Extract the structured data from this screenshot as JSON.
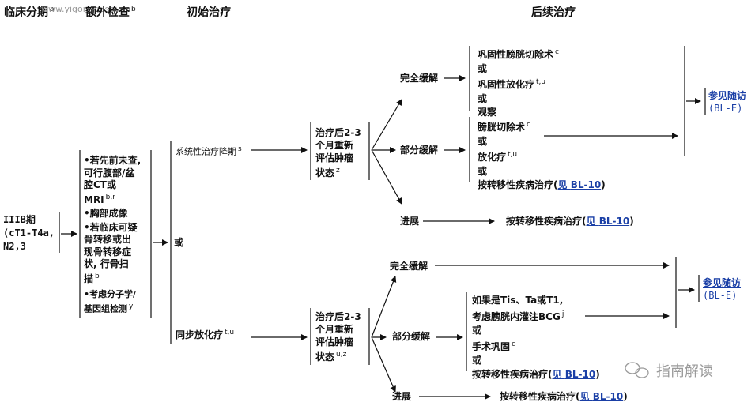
{
  "headers": {
    "stage": "临床分期",
    "stage_sup": "a",
    "exam": "额外检查",
    "exam_sup": "b",
    "initial": "初始治疗",
    "followup": "后续治疗"
  },
  "watermark_top": "www.yigonggushi.cn",
  "stage_box": {
    "line1": "IIIB期",
    "line2": "(cT1-T4a,",
    "line3": "N2,3"
  },
  "exam_box": {
    "item1_lines": [
      "若先前未查,",
      "可行腹部/盆",
      "腔CT或"
    ],
    "item1_last": "MRI",
    "item1_sup": "b,r",
    "item2": "胸部成像",
    "item3_lines": [
      "若临床可疑",
      "骨转移或出",
      "现骨转移症",
      "状, 行骨扫"
    ],
    "item3_last": "描",
    "item3_sup": "b",
    "item4_line1": "考虑分子学/",
    "item4_line2": "基因组检测",
    "item4_sup": "y"
  },
  "or_label": "或",
  "path_a": {
    "label": "系统性治疗降期",
    "label_sup": "s",
    "reassess_lines": [
      "治疗后2-3",
      "个月重新",
      "评估肿瘤"
    ],
    "reassess_last": "状态",
    "reassess_sup": "z",
    "complete": "完全缓解",
    "complete_opts": {
      "o1": "巩固性膀胱切除术",
      "o1_sup": "c",
      "or1": "或",
      "o2": "巩固性放化疗",
      "o2_sup": "t,u",
      "or2": "或",
      "o3": "观察"
    },
    "partial": "部分缓解",
    "partial_opts": {
      "o1": "膀胱切除术",
      "o1_sup": "c",
      "or1": "或",
      "o2": "放化疗",
      "o2_sup": "t,u",
      "or2": "或",
      "o3_text": "按转移性疾病治疗(",
      "o3_see": "见",
      "o3_link": "BL-10",
      "o3_close": ")"
    },
    "progress": "进展",
    "progress_text": "按转移性疾病治疗(",
    "progress_see": "见",
    "progress_link": "BL-10",
    "progress_close": ")",
    "followup_link": "参见随访",
    "followup_code": "(BL-E)"
  },
  "path_b": {
    "label": "同步放化疗",
    "label_sup": "t,u",
    "reassess_lines": [
      "治疗后2-3",
      "个月重新",
      "评估肿瘤"
    ],
    "reassess_last": "状态",
    "reassess_sup": "u,z",
    "complete": "完全缓解",
    "partial": "部分缓解",
    "partial_opts": {
      "o1": "如果是Tis、Ta或T1,",
      "o2": "考虑膀胱内灌注BCG",
      "o2_sup": "j",
      "or1": "或",
      "o3": "手术巩固",
      "o3_sup": "c",
      "or2": "或",
      "o4_text": "按转移性疾病治疗(",
      "o4_see": "见",
      "o4_link": "BL-10",
      "o4_close": ")"
    },
    "progress": "进展",
    "progress_text": "按转移性疾病治疗(",
    "progress_see": "见",
    "progress_link": "BL-10",
    "progress_close": ")",
    "followup_link": "参见随访",
    "followup_code": "(BL-E)"
  },
  "watermark_logo_text": "指南解读",
  "colors": {
    "link": "#1a3fa6",
    "line": "#111111",
    "watermark": "#9a9a9a"
  }
}
